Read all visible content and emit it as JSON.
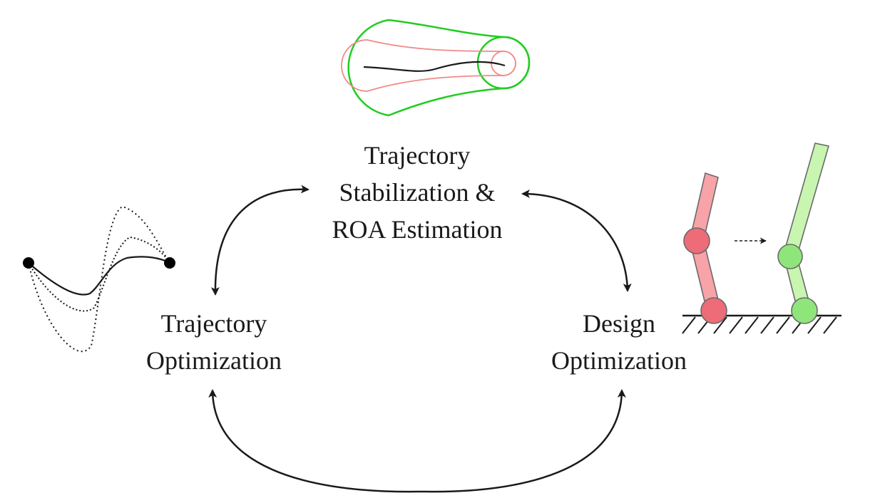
{
  "nodes": {
    "stabilization": {
      "lines": [
        "Trajectory",
        "Stabilization &",
        "ROA Estimation"
      ]
    },
    "traj_opt": {
      "lines": [
        "Trajectory",
        "Optimization"
      ]
    },
    "design_opt": {
      "lines": [
        "Design",
        "Optimization"
      ]
    }
  },
  "colors": {
    "text": "#1a1a1a",
    "arrow": "#1a1a1a",
    "funnel_outer": "#22cc22",
    "funnel_inner": "#f08a8a",
    "robot_before_fill": "#f7a3a8",
    "robot_before_joint": "#ee6b78",
    "robot_after_fill": "#c8f5b0",
    "robot_after_joint": "#8ee67a",
    "robot_stroke": "#6a6a6a"
  },
  "icons": [
    "roa-funnel-icon",
    "trajectory-curves-icon",
    "leg-design-icon"
  ]
}
